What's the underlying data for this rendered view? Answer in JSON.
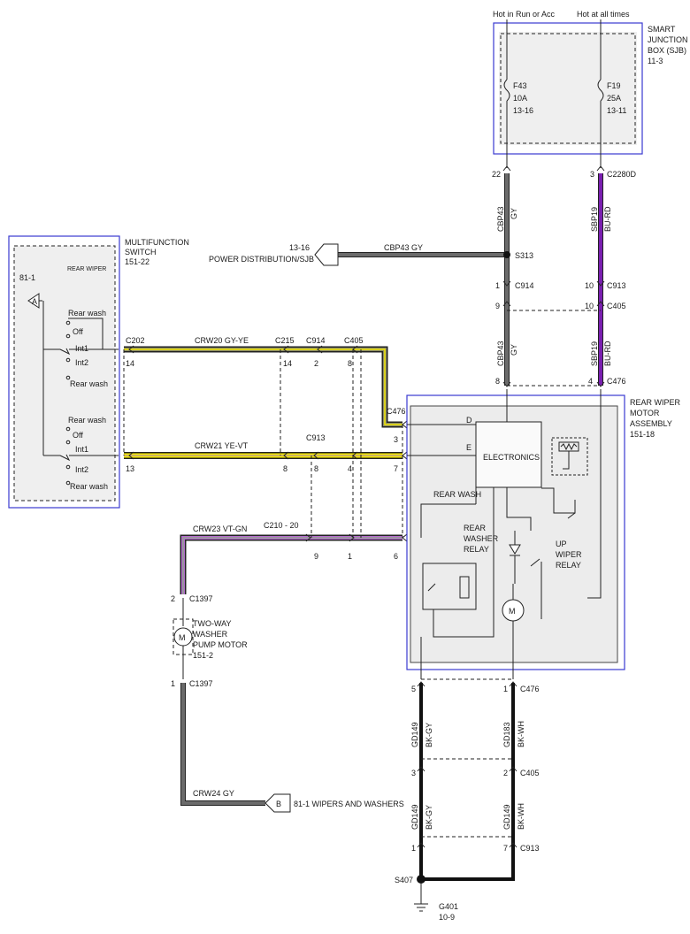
{
  "sjb": {
    "hot_run_acc": "Hot in Run or Acc",
    "hot_all": "Hot at all times",
    "title": [
      "SMART",
      "JUNCTION",
      "BOX (SJB)",
      "11-3"
    ],
    "fuse_f43": [
      "F43",
      "10A",
      "13-16"
    ],
    "fuse_f19": [
      "F19",
      "25A",
      "13-11"
    ]
  },
  "pins": {
    "p22": "22",
    "p3a": "3",
    "c2280d": "C2280D",
    "s313": "S313",
    "p1a": "1",
    "c914a": "C914",
    "p10a": "10",
    "c913a": "C913",
    "p9a": "9",
    "p10b": "10",
    "c405a": "C405",
    "p8a": "8",
    "p4a": "4",
    "c476a": "C476",
    "p14a": "14",
    "p14b": "14",
    "p2a": "2",
    "p8b": "8",
    "p13": "13",
    "p8c": "8",
    "p8d": "8",
    "p4b": "4",
    "p9b": "9",
    "p1b": "1",
    "p3b": "3",
    "p7": "7",
    "p6": "6",
    "p5a": "5",
    "p1c": "1",
    "c476b": "C476",
    "p3c": "3",
    "p2b": "2",
    "c405b": "C405",
    "p1d": "1",
    "p7b": "7",
    "c913b": "C913",
    "p2c": "2",
    "c1397a": "C1397",
    "p1e": "1",
    "c1397b": "C1397"
  },
  "wires": {
    "cbp43_top": "CBP43",
    "gy_top": "GY",
    "sbp19_top": "SBP19",
    "burd_top": "BU-RD",
    "cbp43_mid": "CBP43",
    "gy_mid": "GY",
    "sbp19_mid": "SBP19",
    "burd_mid": "BU-RD",
    "power_wire": "CBP43   GY",
    "crw20": "CRW20   GY-YE",
    "crw21": "CRW21   YE-VT",
    "crw23": "CRW23   VT-GN",
    "crw24": "CRW24   GY",
    "gd149a": "GD149",
    "bkgy_a": "BK-GY",
    "gd149b": "GD149",
    "bkgy_b": "BK-GY",
    "gd183": "GD183",
    "bkwh_a": "BK-WH",
    "gd149c": "GD149",
    "bkwh_b": "BK-WH"
  },
  "connectors": {
    "c202": "C202",
    "c215": "C215",
    "c914": "C914",
    "c405": "C405",
    "c913": "C913",
    "c210": "C210 -  20",
    "c476": "C476"
  },
  "power": {
    "ref": "13-16",
    "label": "POWER DISTRIBUTION/SJB",
    "s313": "S313"
  },
  "switch": {
    "title": [
      "MULTIFUNCTION",
      "SWITCH",
      "151-22"
    ],
    "inner_title": "REAR WIPER",
    "ref": "81-1",
    "letter": "A",
    "upper": [
      "Rear wash",
      "Off",
      "Int1",
      "Int2",
      "Rear wash"
    ],
    "lower": [
      "Rear wash",
      "Off",
      "Int1",
      "Int2",
      "Rear wash"
    ]
  },
  "motor_assy": {
    "title": [
      "REAR WIPER",
      "MOTOR",
      "ASSEMBLY",
      "151-18"
    ],
    "electronics": "ELECTRONICS",
    "d": "D",
    "e": "E",
    "rear_wash": "REAR WASH",
    "washer_relay": [
      "REAR",
      "WASHER",
      "RELAY"
    ],
    "up_relay": [
      "UP",
      "WIPER",
      "RELAY"
    ],
    "m": "M"
  },
  "pump": {
    "title": [
      "TWO-WAY",
      "WASHER",
      "PUMP MOTOR",
      "151-2"
    ],
    "m": "M"
  },
  "washers": {
    "letter": "B",
    "label": "81-1   WIPERS AND WASHERS"
  },
  "ground": {
    "s407": "S407",
    "g401": [
      "G401",
      "10-9"
    ]
  },
  "colors": {
    "gy": "#6b6b6b",
    "yellow": "#f2e600",
    "purple": "#7a1fb0",
    "violet_gn": "#b66ad0",
    "blue_box": "#3a3ad0"
  }
}
